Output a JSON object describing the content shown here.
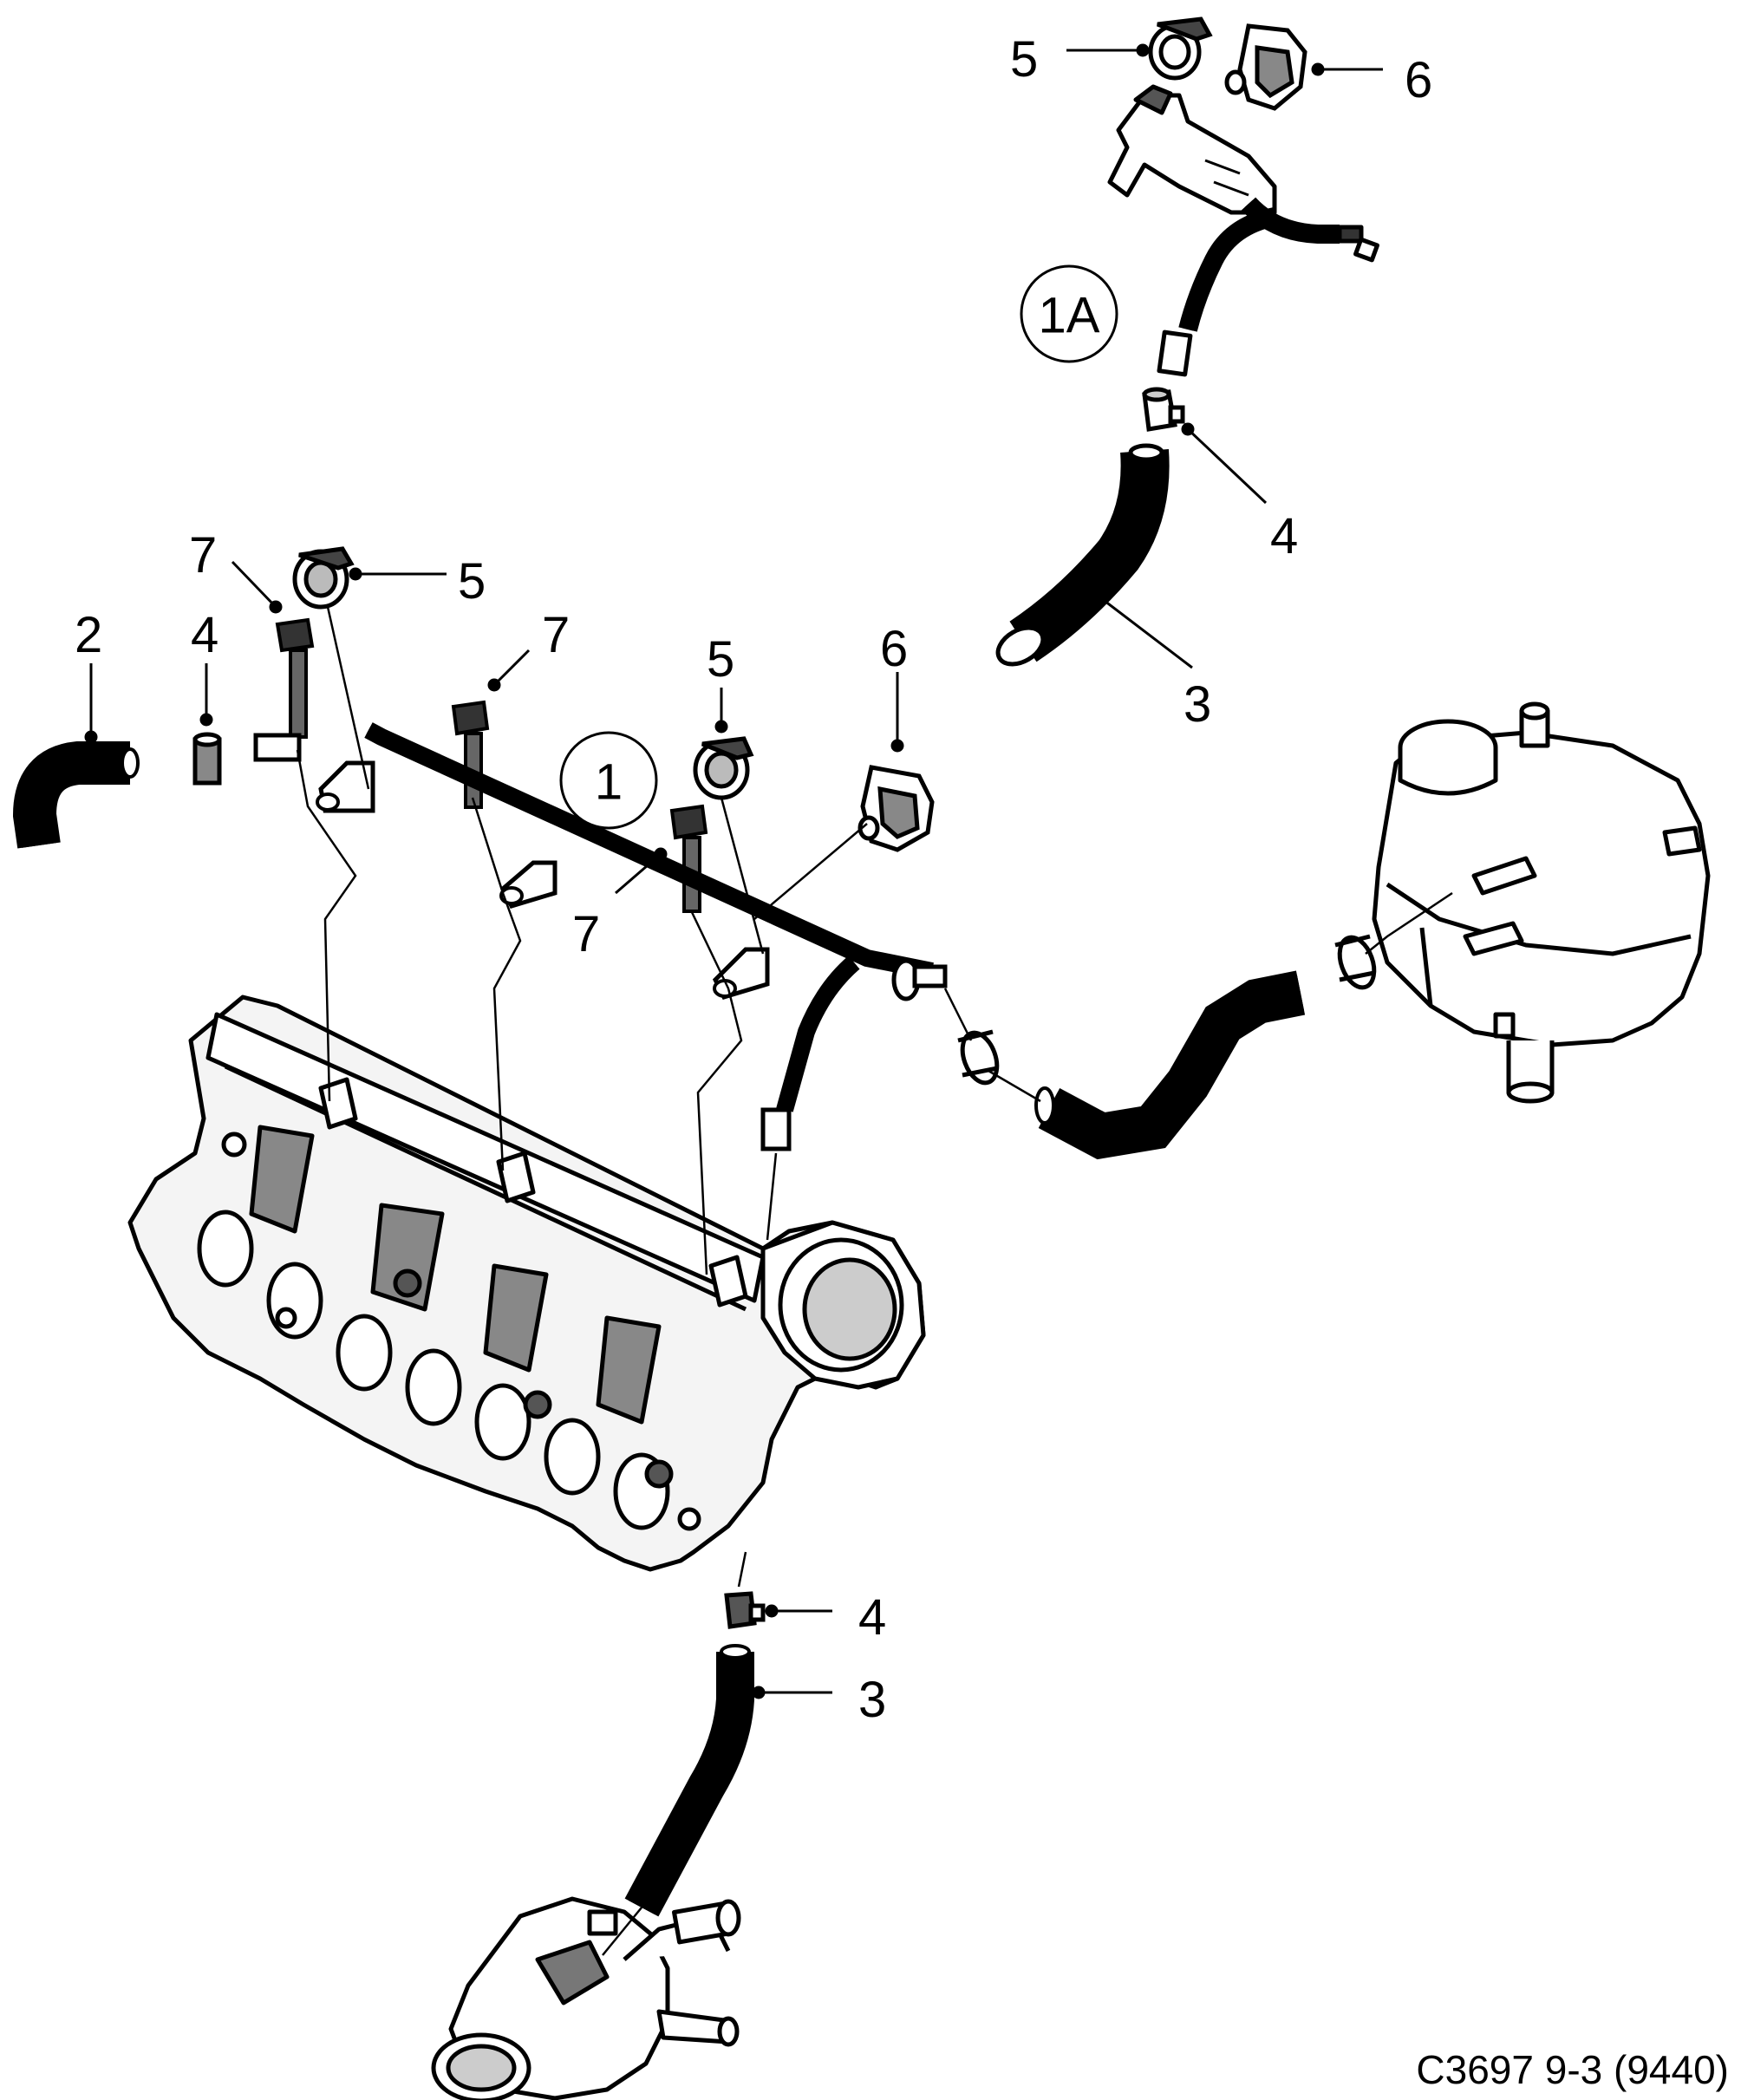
{
  "callouts": {
    "c1": "1",
    "c1a": "1A",
    "c2": "2",
    "c3_top": "3",
    "c3_bottom": "3",
    "c4_left": "4",
    "c4_top": "4",
    "c4_bottom": "4",
    "c5_top": "5",
    "c5_left": "5",
    "c5_mid": "5",
    "c6_top": "6",
    "c6_mid": "6",
    "c7_left": "7",
    "c7_mid": "7",
    "c7_low": "7"
  },
  "reference": "C3697 9-3 (9440)"
}
